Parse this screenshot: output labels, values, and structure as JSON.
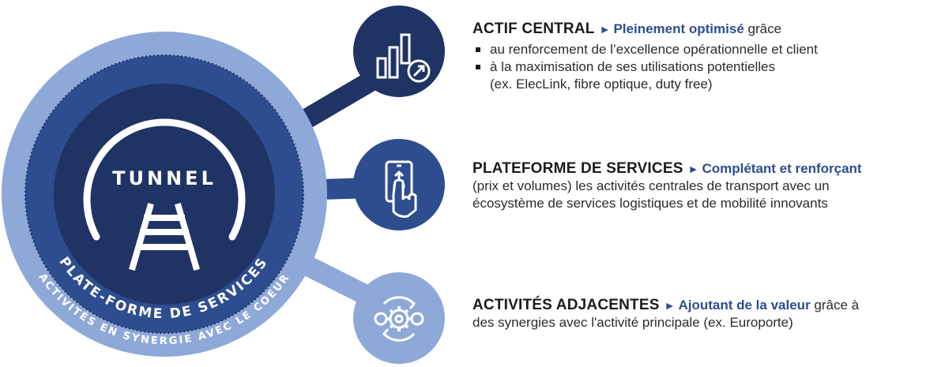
{
  "diagram": {
    "center_label": "TUNNEL",
    "inner_ring_label": "PLATE-FORME DE SERVICES",
    "outer_ring_label": "ACTIVITÉS EN SYNERGIE AVEC LE COEUR",
    "icons": [
      "chart-growth-icon",
      "phone-tap-icon",
      "gears-cycle-icon"
    ],
    "colors": {
      "outer_ring": "#8ea9d8",
      "middle_ring": "#2d4d8f",
      "core": "#1f3364",
      "icon_circle_1": "#1f3364",
      "icon_circle_2": "#2d4d8f",
      "icon_circle_3": "#8ea9d8",
      "accent_text": "#2d4d8f"
    }
  },
  "blocks": [
    {
      "title": "ACTIF CENTRAL",
      "arrow": "►",
      "accent": "Pleinement optimisé",
      "tail": "grâce",
      "bullets": [
        "au renforcement de l’excellence opérationnelle et client",
        "à la maximisation de ses utilisations potentielles"
      ],
      "note": "(ex. ElecLink, fibre optique, duty free)"
    },
    {
      "title": "PLATEFORME DE SERVICES",
      "arrow": "►",
      "accent": "Complétant et renforçant",
      "body_line1": "(prix et volumes) les activités centrales de transport avec un",
      "body_line2": "écosystème de services logistiques et de mobilité innovants"
    },
    {
      "title": "ACTIVITÉS ADJACENTES",
      "arrow": "►",
      "accent": "Ajoutant de la valeur",
      "tail": "grâce à",
      "body_line1": "des synergies avec l'activité principale (ex. Europorte)"
    }
  ]
}
